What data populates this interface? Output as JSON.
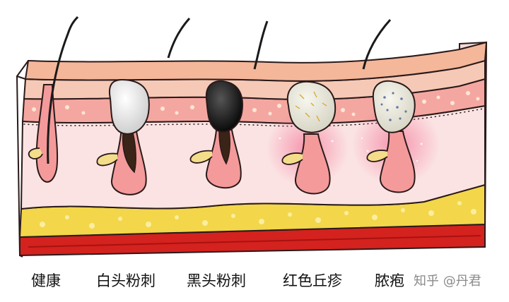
{
  "labels": {
    "healthy": "健康",
    "whitehead": "白头粉刺",
    "blackhead": "黑头粉刺",
    "papule": "红色丘疹",
    "pustule": "脓疱"
  },
  "watermark": "知乎 @丹君",
  "colors": {
    "outline": "#2a1a1a",
    "epidermis_top": "#f4b79a",
    "epidermis_band": "#f6c9b6",
    "dots_band": "#f4a7a0",
    "dermis": "#fbe3e3",
    "fat_layer": "#f3d64a",
    "muscle": "#d4221f",
    "follicle": "#f49a9a",
    "sebaceous_gland": "#f3dd8a",
    "whitehead_plug": "#f2f2f2",
    "blackhead_plug": "#1a1a1a",
    "papule_plug": "#ece8d8",
    "inflammation_glow": "#f37a9a",
    "label_text": "#111111",
    "watermark_text": "#8a8a8a"
  }
}
